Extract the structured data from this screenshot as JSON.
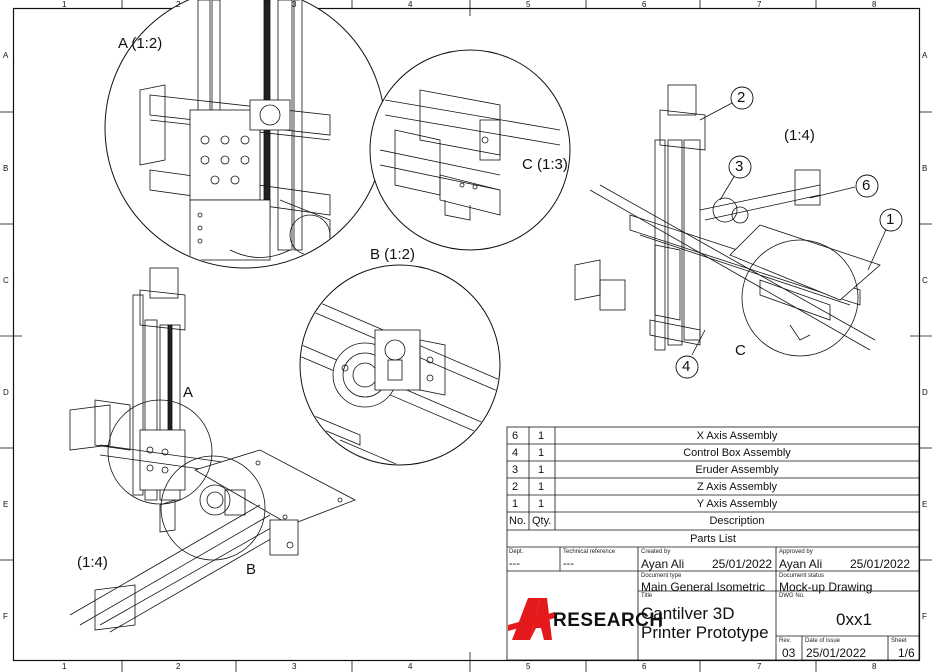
{
  "zones": {
    "columns": [
      "1",
      "2",
      "3",
      "4",
      "5",
      "6",
      "7",
      "8"
    ],
    "rows": [
      "A",
      "B",
      "C",
      "D",
      "E",
      "F"
    ]
  },
  "views": {
    "detail_a": "A (1:2)",
    "detail_b": "B (1:2)",
    "detail_c": "C (1:3)",
    "main_scale": "(1:4)",
    "iso_scale": "(1:4)",
    "marker_a": "A",
    "marker_b": "B",
    "marker_c": "C"
  },
  "balloons": [
    "2",
    "3",
    "6",
    "1",
    "4"
  ],
  "parts_list": {
    "title": "Parts List",
    "header": {
      "no": "No.",
      "qty": "Qty.",
      "description": "Description"
    },
    "rows": [
      {
        "no": "6",
        "qty": "1",
        "description": "X Axis Assembly"
      },
      {
        "no": "4",
        "qty": "1",
        "description": "Control Box Assembly"
      },
      {
        "no": "3",
        "qty": "1",
        "description": "Eruder Assembly"
      },
      {
        "no": "2",
        "qty": "1",
        "description": "Z Axis Assembly"
      },
      {
        "no": "1",
        "qty": "1",
        "description": "Y Axis Assembly"
      }
    ]
  },
  "title_block": {
    "dept_label": "Dept.",
    "dept_value": "---",
    "techref_label": "Technical reference",
    "techref_value": "---",
    "created_label": "Created by",
    "created_by": "Ayan Ali",
    "created_date": "25/01/2022",
    "approved_label": "Approved by",
    "approved_by": "Ayan Ali",
    "approved_date": "25/01/2022",
    "doctype_label": "Document type",
    "doctype_value": "Main General Isometric",
    "docstatus_label": "Document status",
    "docstatus_value": "Mock-up Drawing",
    "title_label": "Title",
    "title_line1": "Cantilver 3D",
    "title_line2": "Printer Prototype",
    "dwg_label": "DWG No.",
    "dwg_value": "0xx1",
    "rev_label": "Rev.",
    "rev_value": "03",
    "issue_label": "Date of issue",
    "issue_value": "25/01/2022",
    "sheet_label": "Sheet",
    "sheet_value": "1/6",
    "logo_text": "RESEARCH",
    "logo_mark": "A"
  },
  "colors": {
    "logo_red": "#e4191b",
    "line": "#111111"
  }
}
